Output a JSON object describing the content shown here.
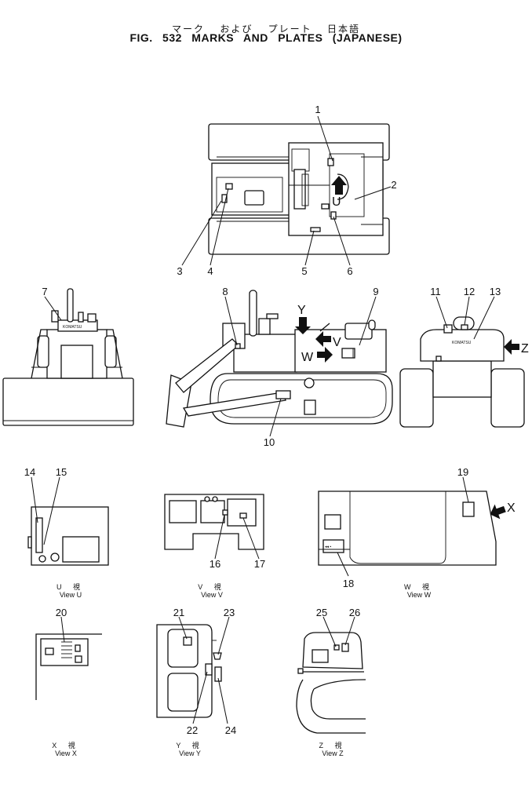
{
  "header": {
    "title_jp": "マーク および プレート 日本語",
    "title_en": "FIG. 532  MARKS  AND  PLATES  (JAPANESE)"
  },
  "callouts": [
    "1",
    "2",
    "3",
    "4",
    "5",
    "6",
    "7",
    "8",
    "9",
    "10",
    "11",
    "12",
    "13",
    "14",
    "15",
    "16",
    "17",
    "18",
    "19",
    "20",
    "21",
    "22",
    "23",
    "24",
    "25",
    "26"
  ],
  "view_letters": {
    "u": "U",
    "v": "V",
    "w": "W",
    "x": "X",
    "y": "Y",
    "z": "Z"
  },
  "plate_texts": {
    "komatsu_side": "KOMATSU",
    "komatsu_front": "KOMATSU"
  },
  "captions": {
    "u": {
      "jp": "U 視",
      "en": "View U"
    },
    "v": {
      "jp": "V 視",
      "en": "View V"
    },
    "w": {
      "jp": "W 視",
      "en": "View W"
    },
    "x": {
      "jp": "X 視",
      "en": "View X"
    },
    "y": {
      "jp": "Y 視",
      "en": "View Y"
    },
    "z": {
      "jp": "Z 視",
      "en": "View Z"
    }
  },
  "colors": {
    "ink": "#111111",
    "paper": "#ffffff"
  }
}
